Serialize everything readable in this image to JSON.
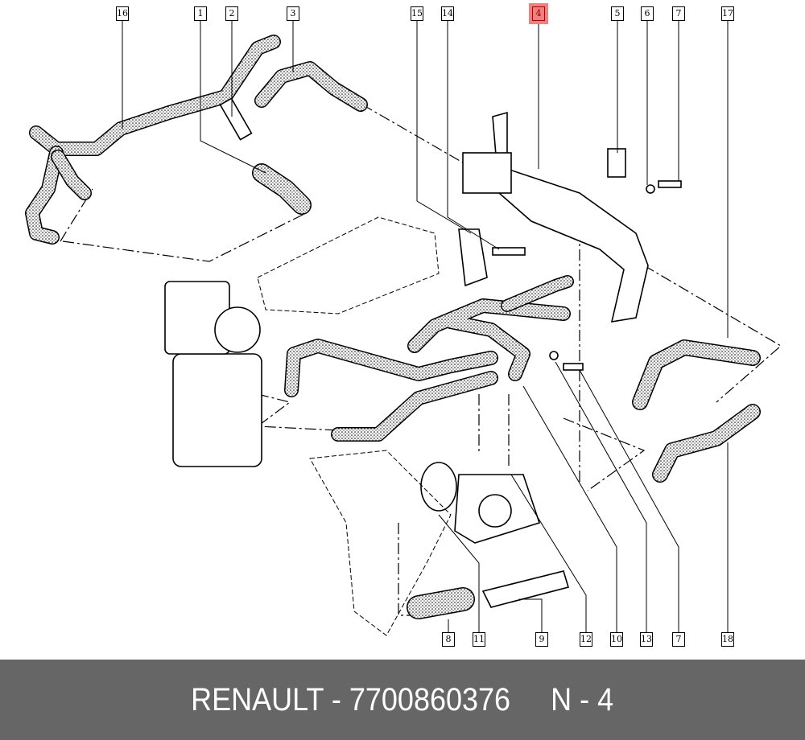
{
  "diagram": {
    "callouts_top": [
      "16",
      "1",
      "2",
      "3",
      "15",
      "14",
      "4",
      "5",
      "6",
      "7",
      "17"
    ],
    "callouts_bottom": [
      "8",
      "11",
      "9",
      "12",
      "10",
      "13",
      "7",
      "18"
    ],
    "highlighted": "4",
    "highlight_color": "#f08080"
  },
  "footer": {
    "text": "RENAULT - 7700860376     N - 4",
    "background": "#666666"
  }
}
